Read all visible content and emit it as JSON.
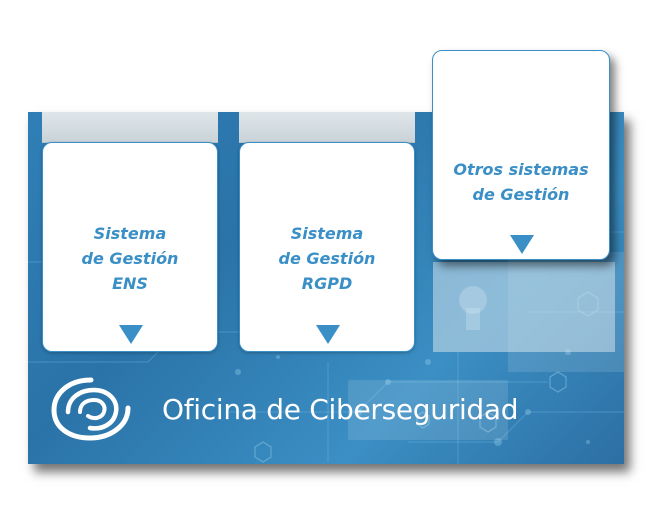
{
  "colors": {
    "board": "#2f7fb6",
    "accent": "#3a8fc6",
    "card": "#ffffff",
    "tab": "#d6dee3"
  },
  "cards": [
    {
      "lines": [
        "Sistema",
        "de Gestión",
        "ENS"
      ],
      "icon": "triangle-down-icon"
    },
    {
      "lines": [
        "Sistema",
        "de Gestión",
        "RGPD"
      ],
      "icon": "triangle-down-icon"
    },
    {
      "lines": [
        "Otros sistemas",
        "de Gestión"
      ],
      "icon": "triangle-down-icon"
    }
  ],
  "footer": {
    "logo": "spiral-logo-icon",
    "title": "Oficina de Ciberseguridad"
  }
}
